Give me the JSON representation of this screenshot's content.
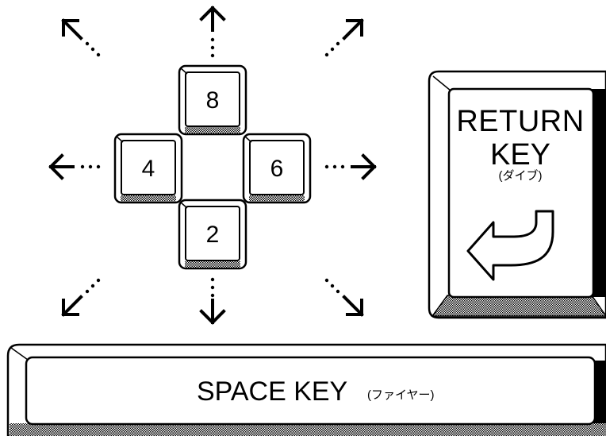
{
  "keys": {
    "up": "8",
    "left": "4",
    "right": "6",
    "down": "2"
  },
  "return_key": {
    "line1": "RETURN",
    "line2": "KEY",
    "sub": "(ダイブ)"
  },
  "space_key": {
    "main": "SPACE KEY",
    "sub": "(ファイヤー)"
  },
  "colors": {
    "ink": "#000000",
    "paper": "#ffffff",
    "shadow_pattern": "#9a9a9a"
  }
}
